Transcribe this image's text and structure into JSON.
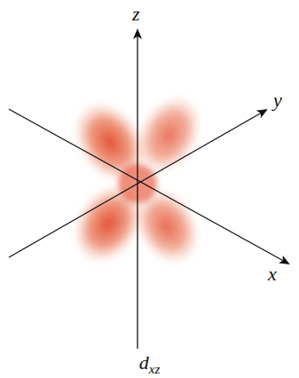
{
  "diagram": {
    "labels": [
      "z",
      "y",
      "x",
      "d",
      "xz"
    ]
  }
}
